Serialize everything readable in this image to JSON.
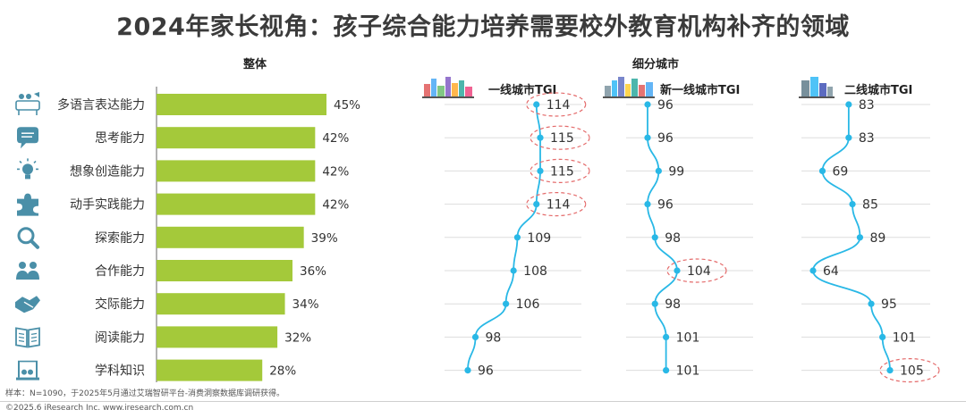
{
  "title": "2024年家长视角：孩子综合能力培养需要校外教育机构补齐的领域",
  "overall_title": "整体",
  "segment_title": "细分城市",
  "footnote": "样本：N=1090，于2025年5月通过艾瑞智研平台-消费洞察数据库调研获得。",
  "copyright": "©2025.6 iResearch Inc. www.iresearch.com.cn",
  "colors": {
    "bar": "#a4c93a",
    "line": "#29b8e6",
    "highlight": "#e46a6a",
    "grid": "#dddddd"
  },
  "icons": [
    "language-icon",
    "speech-bubble-icon",
    "lightbulb-icon",
    "puzzle-icon",
    "magnifier-icon",
    "group-icon",
    "handshake-icon",
    "book-icon",
    "lab-icon"
  ],
  "chart_data": [
    {
      "type": "bar",
      "title": "整体",
      "orientation": "horizontal",
      "categories": [
        "多语言表达能力",
        "思考能力",
        "想象创造能力",
        "动手实践能力",
        "探索能力",
        "合作能力",
        "交际能力",
        "阅读能力",
        "学科知识"
      ],
      "values": [
        45,
        42,
        42,
        42,
        39,
        36,
        34,
        32,
        28
      ],
      "value_labels": [
        "45%",
        "42%",
        "42%",
        "42%",
        "39%",
        "36%",
        "34%",
        "32%",
        "28%"
      ],
      "unit": "%"
    },
    {
      "type": "line",
      "title": "细分城市",
      "orientation": "vertical",
      "categories": [
        "多语言表达能力",
        "思考能力",
        "想象创造能力",
        "动手实践能力",
        "探索能力",
        "合作能力",
        "交际能力",
        "阅读能力",
        "学科知识"
      ],
      "series": [
        {
          "name": "一线城市TGI",
          "values": [
            114,
            115,
            115,
            114,
            109,
            108,
            106,
            98,
            96
          ],
          "highlighted": [
            0,
            1,
            2,
            3
          ]
        },
        {
          "name": "新一线城市TGI",
          "values": [
            96,
            96,
            99,
            96,
            98,
            104,
            98,
            101,
            101
          ],
          "highlighted": [
            5
          ]
        },
        {
          "name": "二线城市TGI",
          "values": [
            83,
            83,
            69,
            85,
            89,
            64,
            95,
            101,
            105
          ],
          "highlighted": [
            8
          ]
        }
      ]
    }
  ]
}
